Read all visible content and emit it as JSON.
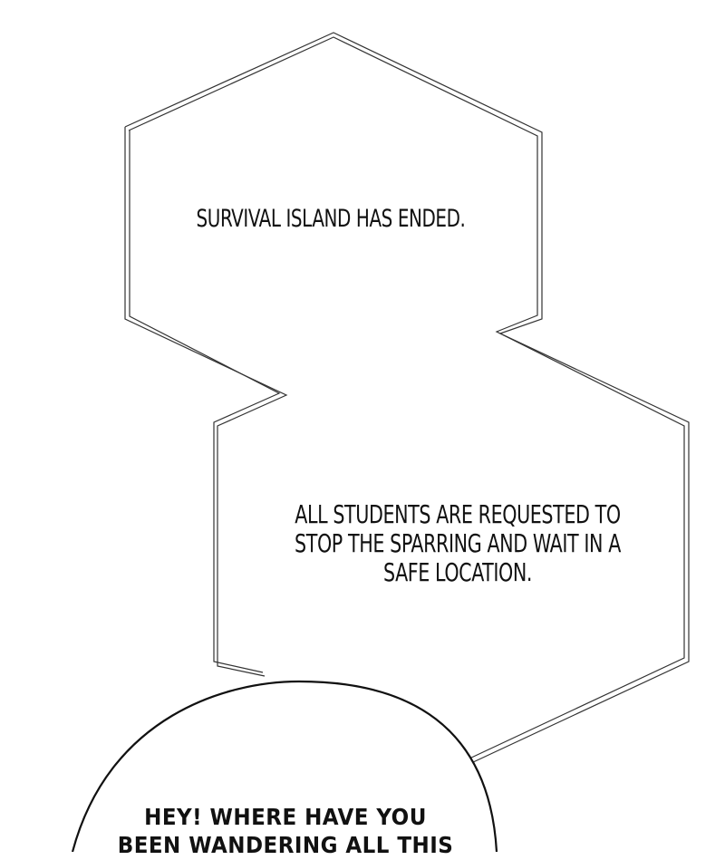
{
  "caption_boxes": [
    {
      "text": "SURVIVAL ISLAND HAS ENDED."
    },
    {
      "text": "ALL STUDENTS ARE REQUESTED TO\nSTOP THE SPARRING AND WAIT IN A\nSAFE LOCATION."
    }
  ],
  "speech_bubble": {
    "text": "HEY! WHERE HAVE YOU\nBEEN WANDERING ALL THIS"
  },
  "colors": {
    "background": "#ffffff",
    "outline": "#222222",
    "text": "#111111"
  }
}
